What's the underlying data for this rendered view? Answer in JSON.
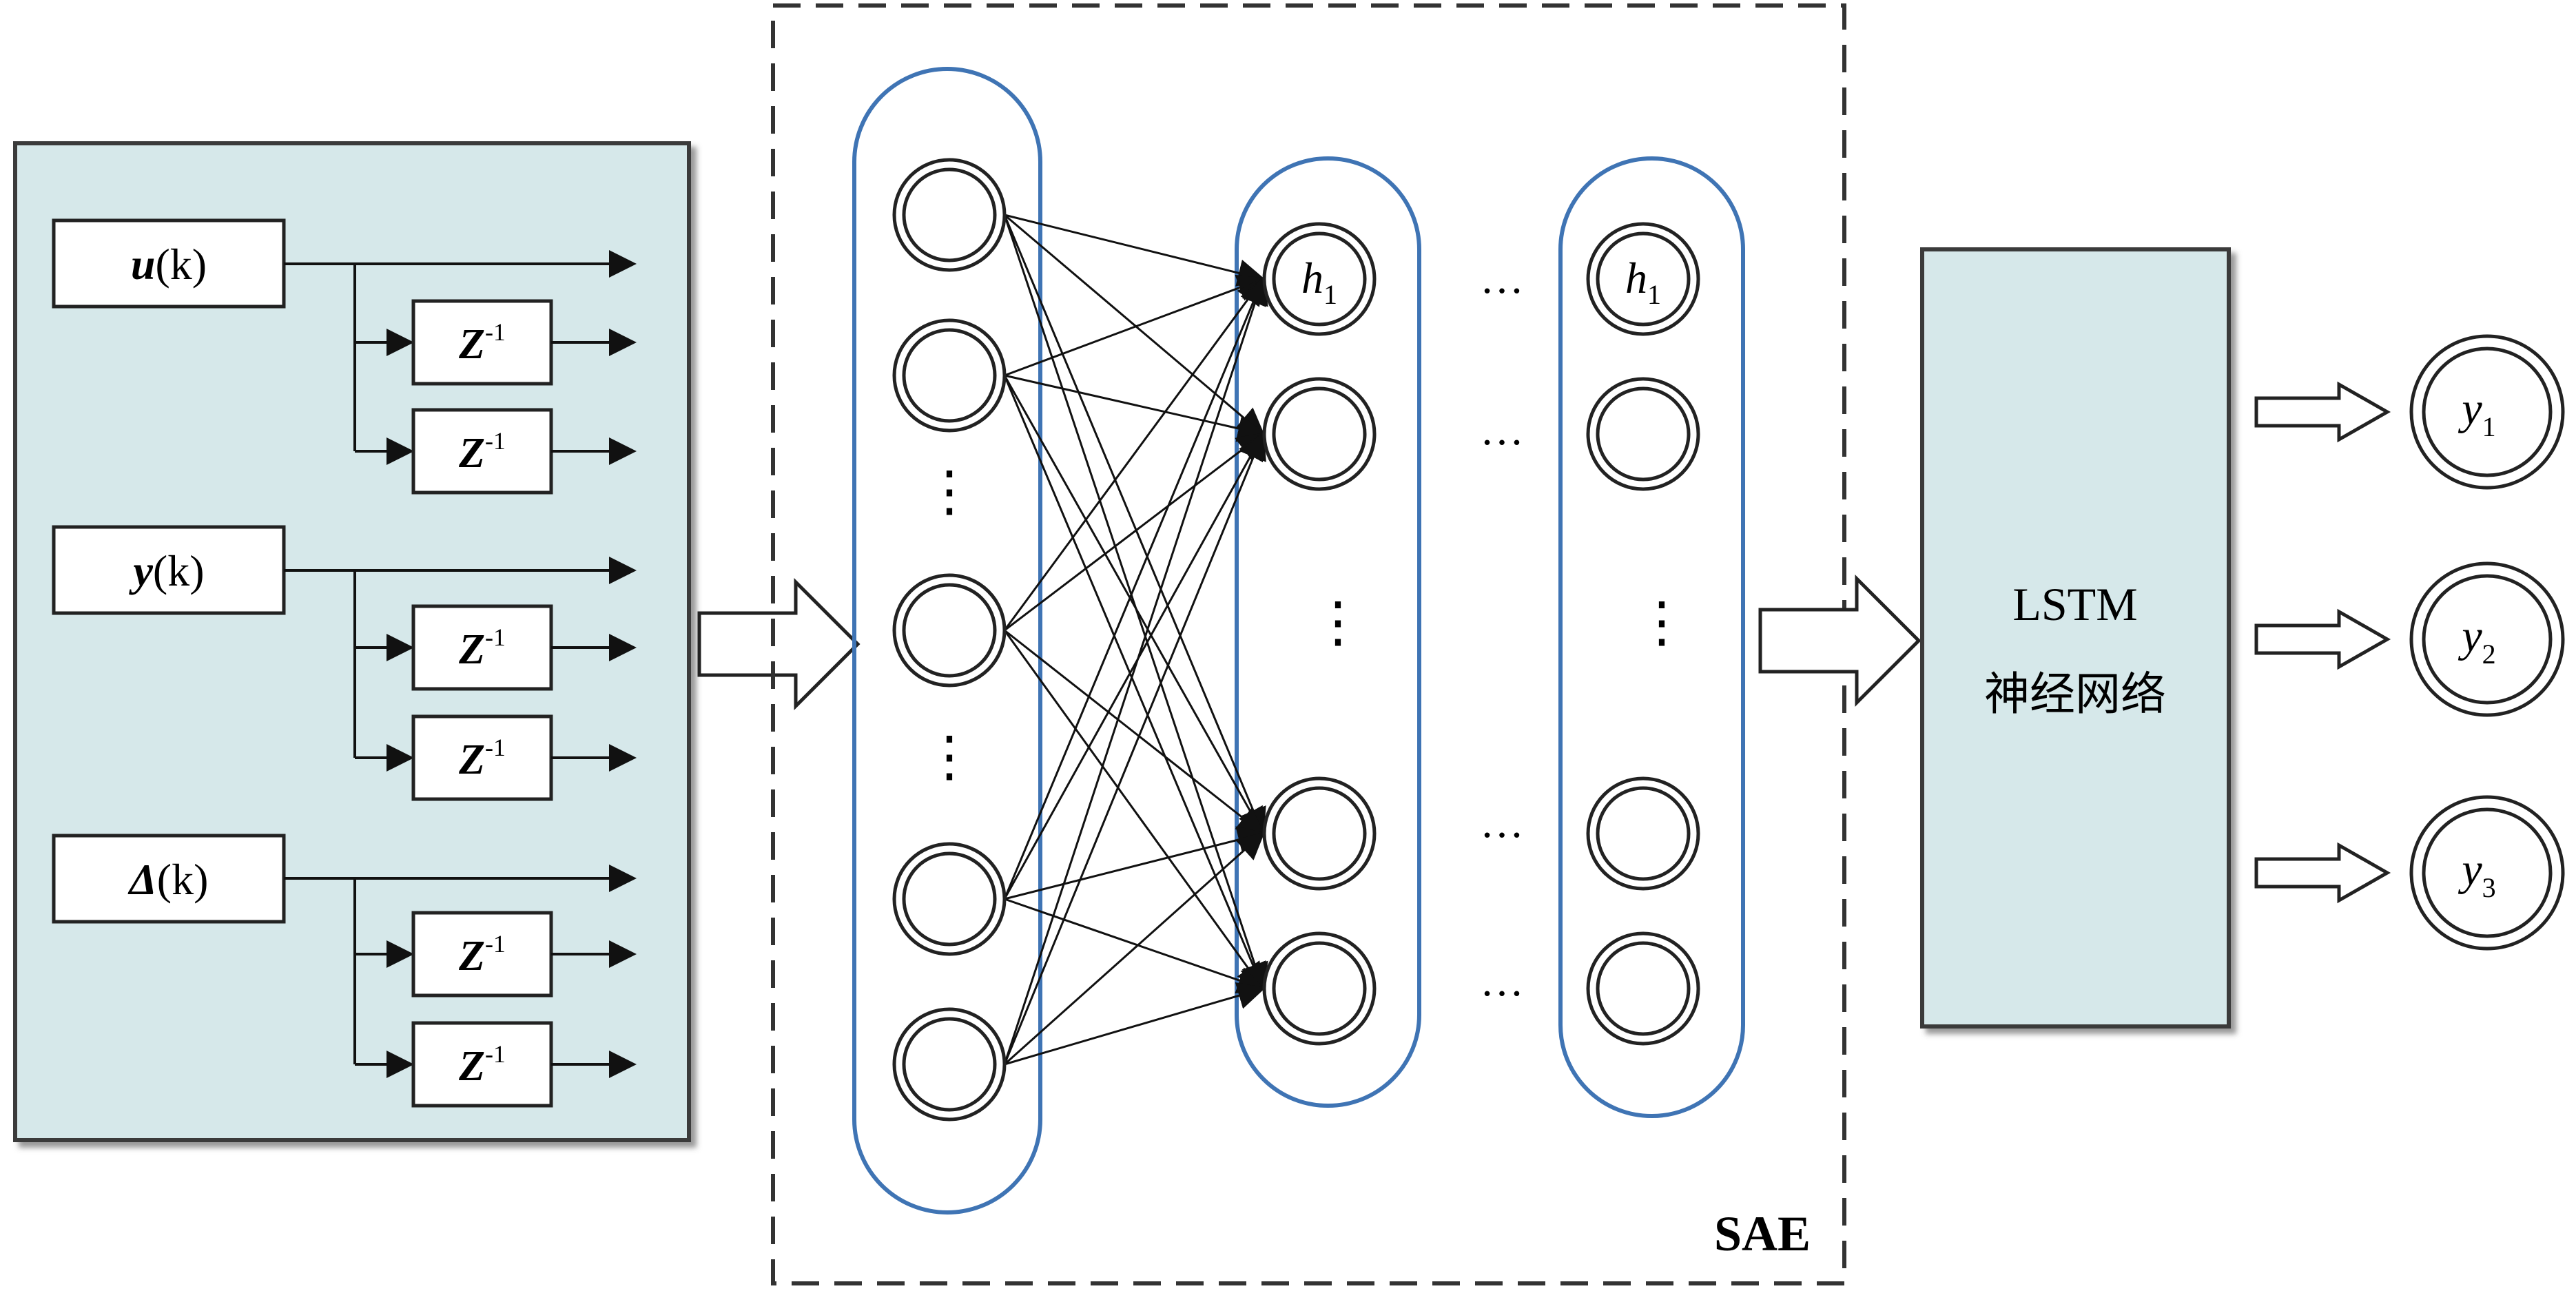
{
  "input_panel": {
    "groups": [
      {
        "signal_bold": "u",
        "signal_arg": "(k)",
        "delay_label": "Z",
        "delay_sup": "-1"
      },
      {
        "signal_bold": "y",
        "signal_arg": "(k)",
        "delay_label": "Z",
        "delay_sup": "-1"
      },
      {
        "signal_bold": "Δ",
        "signal_arg": "(k)",
        "delay_label": "Z",
        "delay_sup": "-1"
      }
    ]
  },
  "sae": {
    "label": "SAE",
    "dots": "…",
    "vdots": "⋮",
    "hidden_node_main": "h",
    "hidden_node_sub": "1"
  },
  "lstm": {
    "line1": "LSTM",
    "line2": "神经网络"
  },
  "outputs": [
    {
      "main": "y",
      "sub": "1"
    },
    {
      "main": "y",
      "sub": "2"
    },
    {
      "main": "y",
      "sub": "3"
    }
  ],
  "colors": {
    "panel_fill": "#d6e8ea",
    "layer_outline": "#3f74b4",
    "line": "#1a1a1a"
  }
}
